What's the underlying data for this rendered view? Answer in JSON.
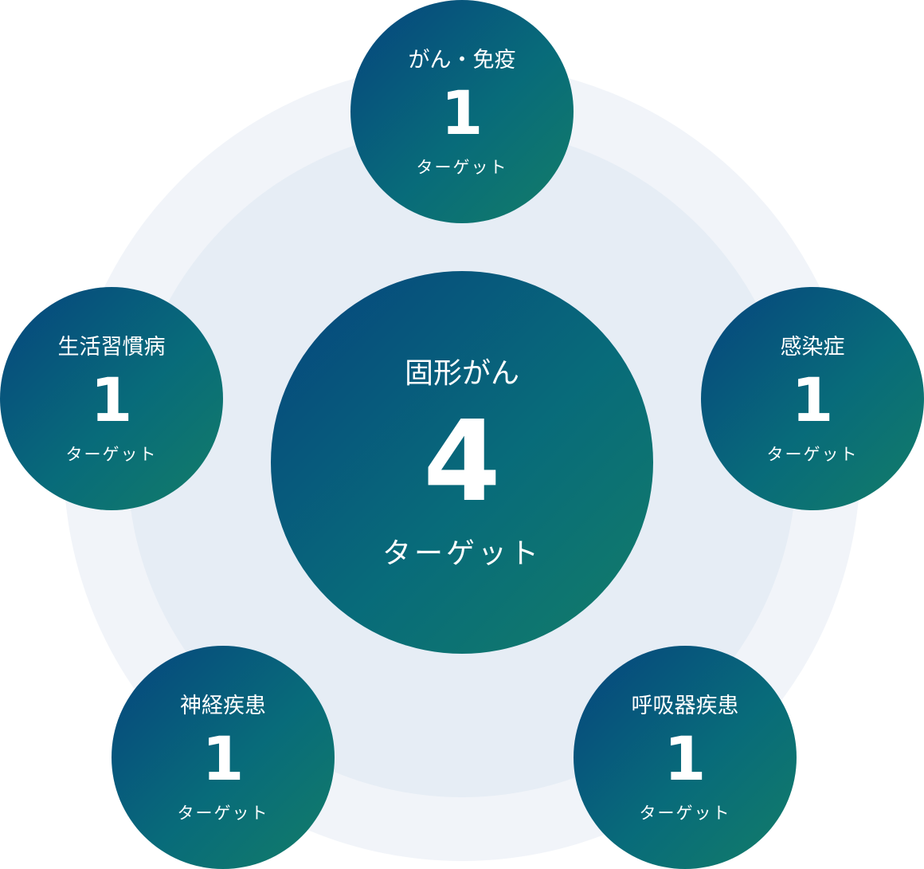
{
  "center": {
    "label": "固形がん",
    "count": "4",
    "unit": "ターゲット"
  },
  "categories": [
    {
      "label": "がん・免疫",
      "count": "1",
      "unit": "ターゲット"
    },
    {
      "label": "生活習慣病",
      "count": "1",
      "unit": "ターゲット"
    },
    {
      "label": "感染症",
      "count": "1",
      "unit": "ターゲット"
    },
    {
      "label": "神経疾患",
      "count": "1",
      "unit": "ターゲット"
    },
    {
      "label": "呼吸器疾患",
      "count": "1",
      "unit": "ターゲット"
    }
  ],
  "colors": {
    "gradient_start": "#06447e",
    "gradient_mid": "#086b7a",
    "gradient_end": "#137d68",
    "outer_ring": "#f1f4f9",
    "inner_ring": "#e6edf5"
  }
}
